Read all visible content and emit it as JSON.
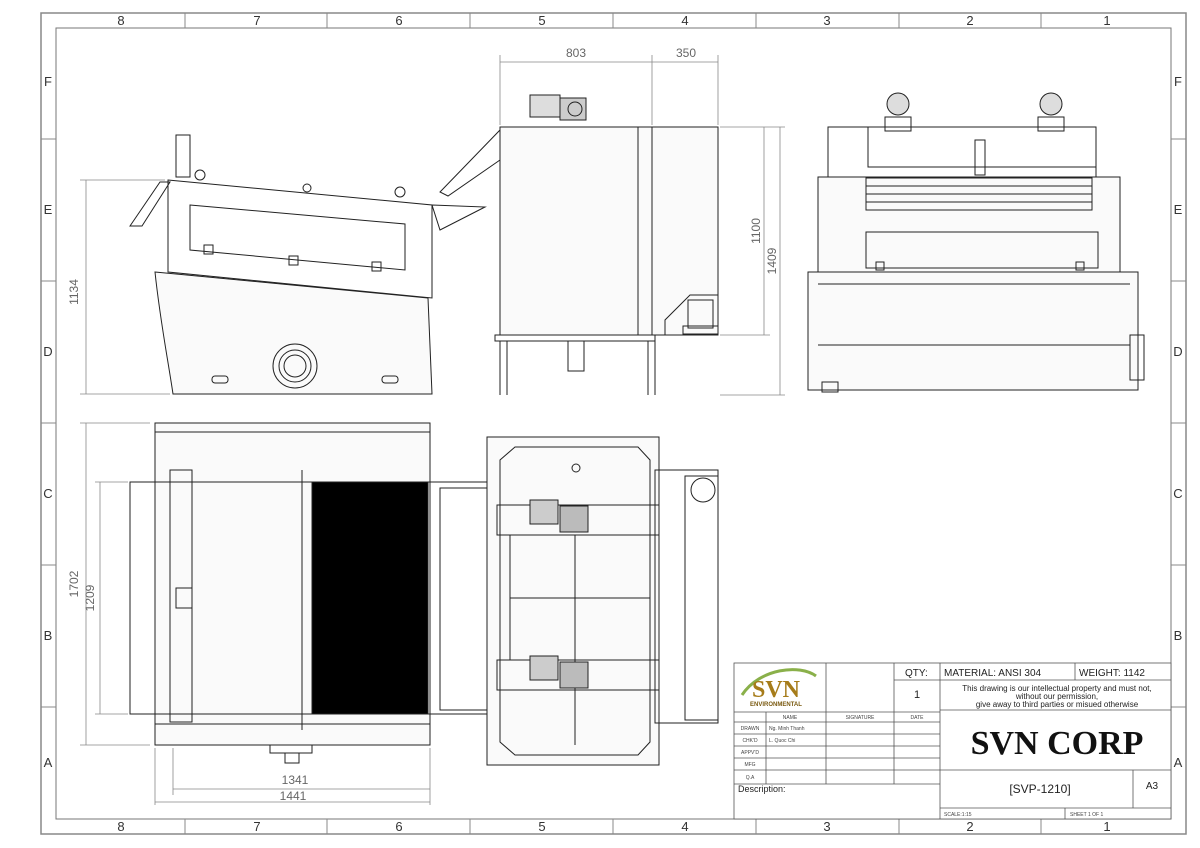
{
  "drawing": {
    "zones_top": [
      "8",
      "7",
      "6",
      "5",
      "4",
      "3",
      "2",
      "1"
    ],
    "zones_side": [
      "F",
      "E",
      "D",
      "C",
      "B",
      "A"
    ],
    "dimensions": {
      "side_height": "1134",
      "front_width": "803",
      "front_width_small": "350",
      "front_height_inner": "1100",
      "front_height_outer": "1409",
      "plan_depth_outer": "1702",
      "plan_depth_inner": "1209",
      "plan_width_inner": "1341",
      "plan_width_outer": "1441"
    }
  },
  "title_block": {
    "qty_label": "QTY:",
    "qty_value": "1",
    "material": "MATERIAL: ANSI 304",
    "weight": "WEIGHT: 1142",
    "notice_lines": [
      "This drawing is our intellectual property and must not,",
      "without our permission,",
      "give away to third parties or misued otherwise"
    ],
    "logo_text": "SVN",
    "logo_subtext": "ENVIRONMENTAL",
    "col_name": "NAME",
    "col_signature": "SIGNATURE",
    "col_date": "DATE",
    "rows": [
      {
        "role": "DRAWN",
        "name": "Ng. Minh Thanh"
      },
      {
        "role": "CHK'D",
        "name": "L. Quoc Chi"
      },
      {
        "role": "APPV'D",
        "name": ""
      },
      {
        "role": "MFG",
        "name": ""
      },
      {
        "role": "Q.A",
        "name": ""
      }
    ],
    "company": "SVN CORP",
    "part_number": "[SVP-1210]",
    "size": "A3",
    "description_label": "Description:",
    "scale": "SCALE:1:15",
    "sheet": "SHEET 1 OF 1"
  }
}
